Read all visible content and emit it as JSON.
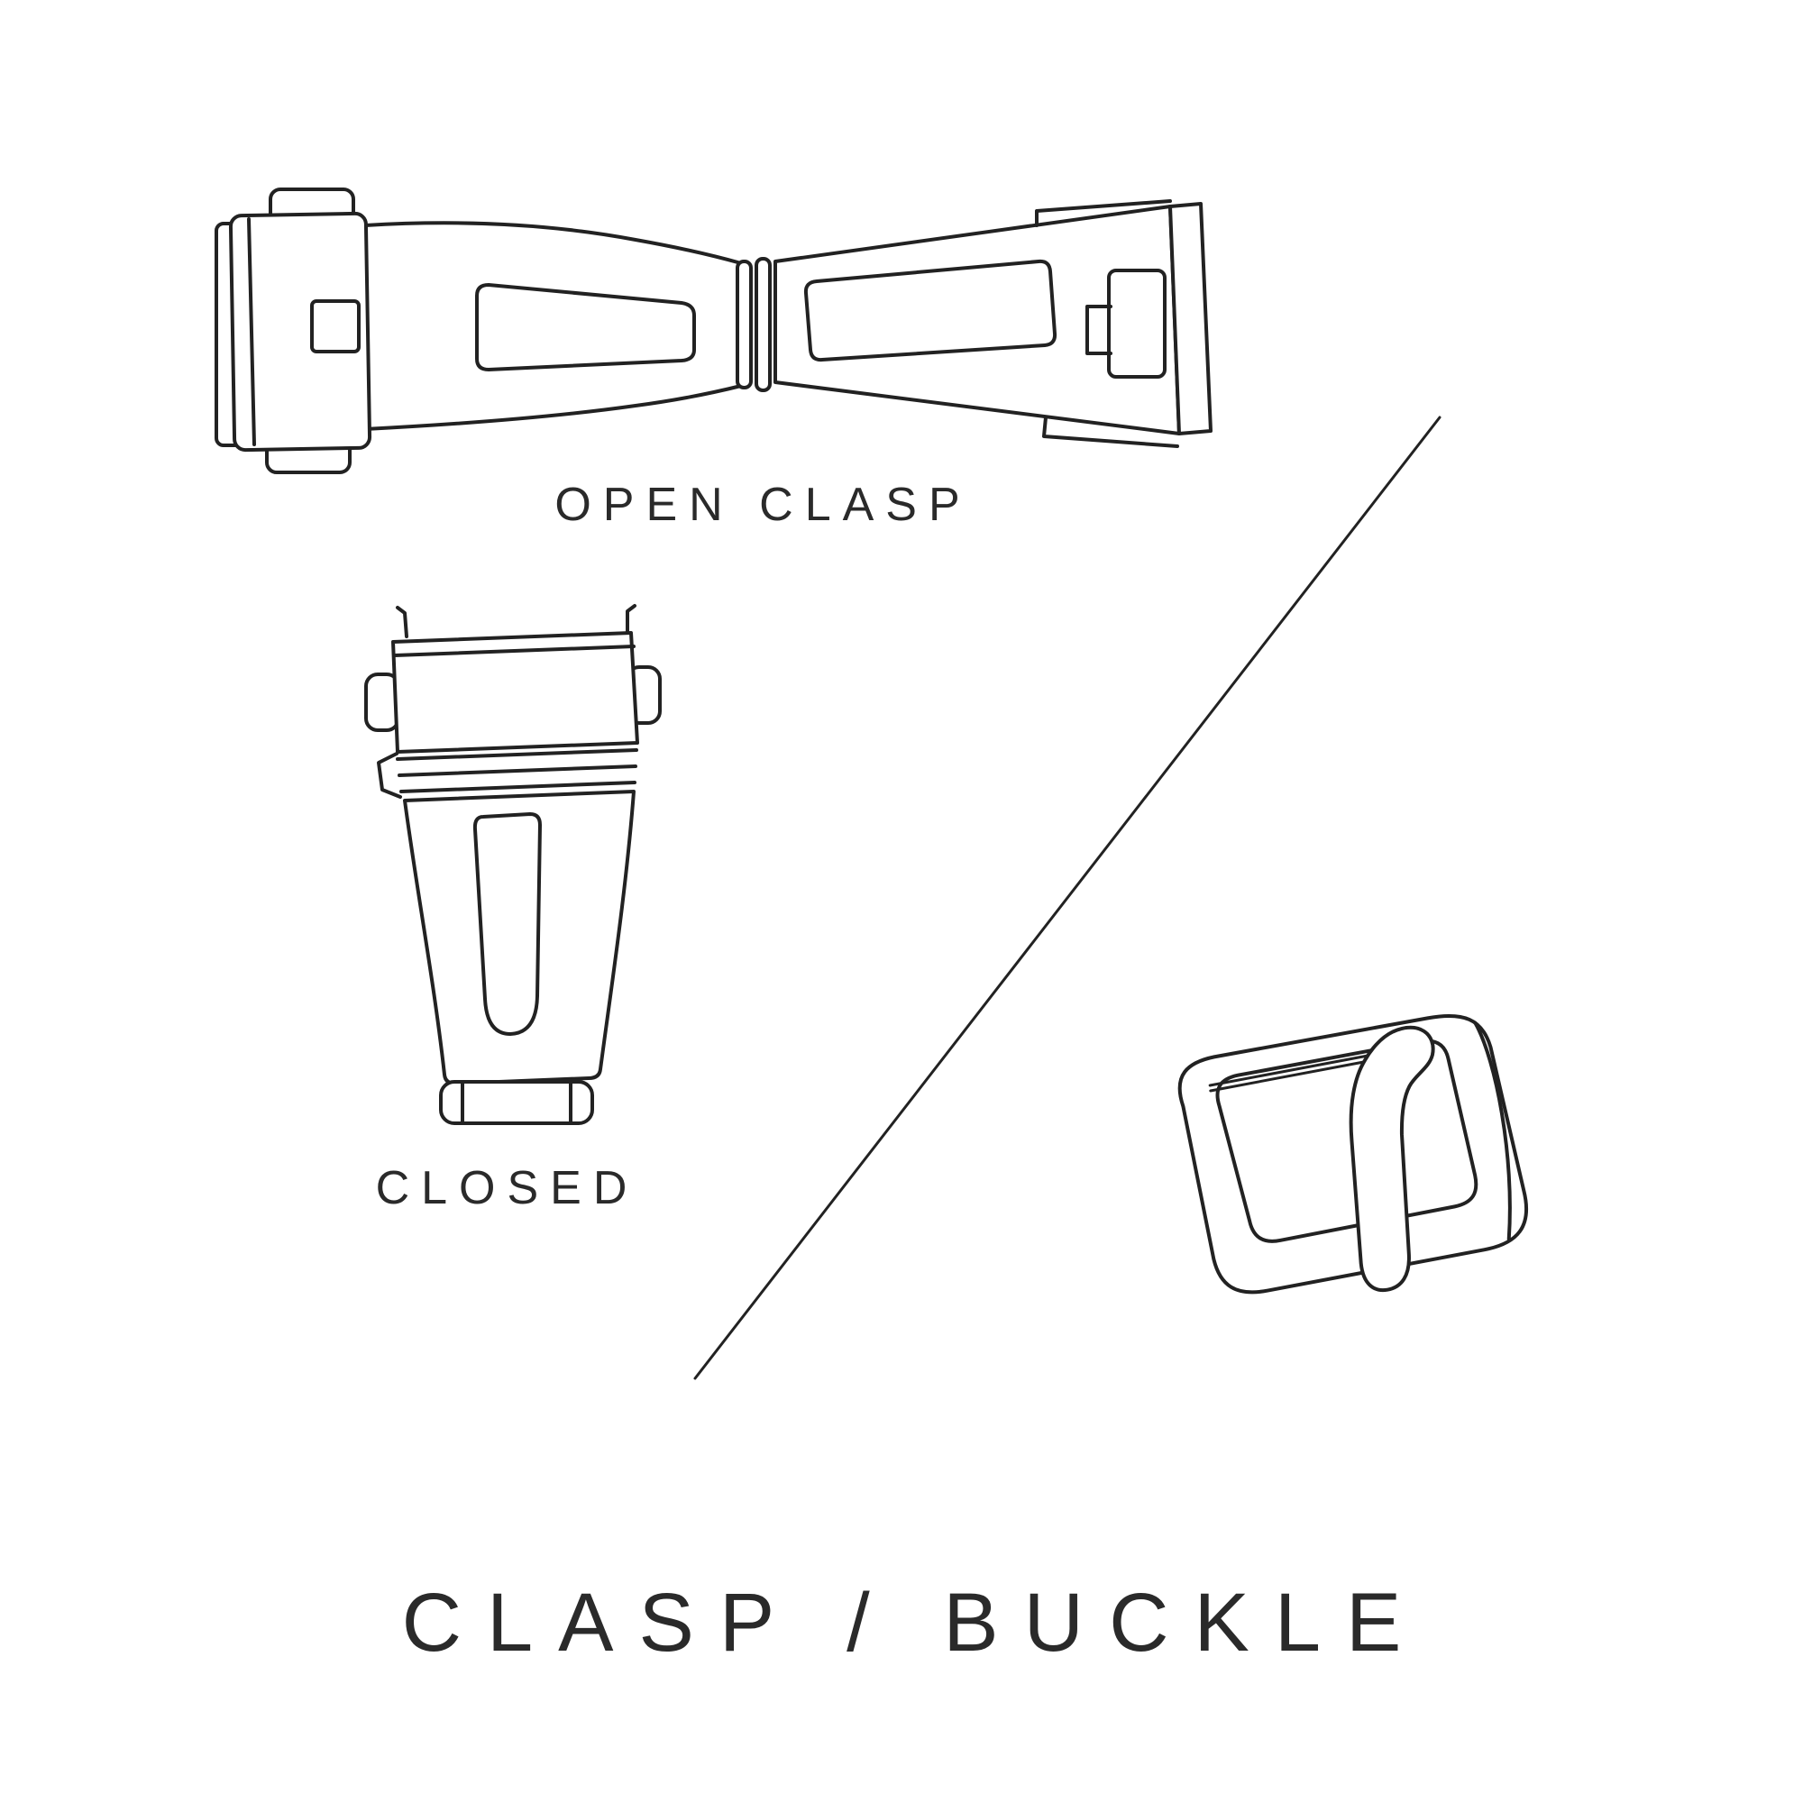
{
  "page": {
    "background": "#ffffff",
    "line_color": "#222222",
    "text_color": "#2a2a2a"
  },
  "labels": {
    "open_clasp": "OPEN CLASP",
    "closed": "CLOSED",
    "title": "CLASP / BUCKLE"
  },
  "figures": {
    "open_clasp": "open-deployant-clasp-line-drawing",
    "closed_clasp": "closed-clasp-top-view-line-drawing",
    "buckle": "tang-buckle-line-drawing",
    "divider": "diagonal-divider-line"
  }
}
